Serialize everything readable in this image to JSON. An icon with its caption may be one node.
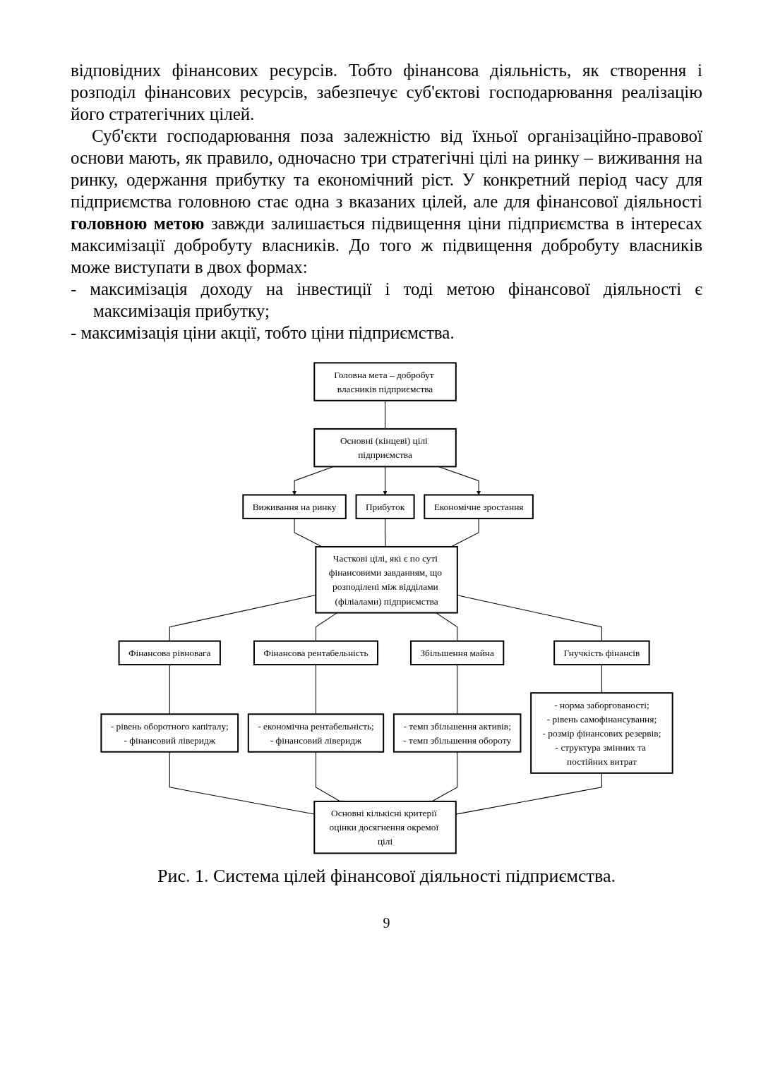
{
  "diagram": {
    "caption": "Рис. 1. Система цілей фінансової діяльності підприємства.",
    "nodes": [
      {
        "text": [
          "Головна мета – добробут власників підприємства"
        ]
      },
      {
        "text": [
          "Основні (кінцеві) цілі підприємства"
        ]
      },
      {
        "text": [
          "Виживання на ринку"
        ]
      },
      {
        "text": [
          "Прибуток"
        ]
      },
      {
        "text": [
          "Економічне зростання"
        ]
      },
      {
        "text": [
          "Часткові цілі, які є по суті фінансовими завданням, що розподілені між відділами (філіалами) підприємства"
        ]
      },
      {
        "text": [
          "Фінансова рівновага"
        ]
      },
      {
        "text": [
          "Фінансова рентабельність"
        ]
      },
      {
        "text": [
          "Збільшення майна"
        ]
      },
      {
        "text": [
          "Гнучкість фінансів"
        ]
      },
      {
        "text": [
          "- рівень оборотного капіталу;",
          "- фінансовий ліверидж"
        ]
      },
      {
        "text": [
          "- економічна рентабельність;",
          "- фінансовий ліверидж"
        ]
      },
      {
        "text": [
          "- темп збільшення активів;",
          "- темп збільшення обороту"
        ]
      },
      {
        "text": [
          "- норма заборгованості;",
          "- рівень самофінансування;",
          "- розмір фінансових резервів;",
          "- структура змінних та постійних витрат"
        ]
      },
      {
        "text": [
          "Основні кількісні критерії оцінки досягнення окремої цілі"
        ]
      }
    ],
    "edges": [
      {
        "from": 0,
        "to": 1,
        "arrow": "none"
      },
      {
        "from": 1,
        "to": 2,
        "arrow": "to"
      },
      {
        "from": 1,
        "to": 3,
        "arrow": "to"
      },
      {
        "from": 1,
        "to": 4,
        "arrow": "to"
      },
      {
        "from": 2,
        "to": 5,
        "arrow": "none"
      },
      {
        "from": 3,
        "to": 5,
        "arrow": "none"
      },
      {
        "from": 4,
        "to": 5,
        "arrow": "none"
      },
      {
        "from": 5,
        "to": 6,
        "arrow": "none"
      },
      {
        "from": 5,
        "to": 7,
        "arrow": "none"
      },
      {
        "from": 5,
        "to": 8,
        "arrow": "none"
      },
      {
        "from": 5,
        "to": 9,
        "arrow": "none"
      },
      {
        "from": 6,
        "to": 10,
        "arrow": "none"
      },
      {
        "from": 7,
        "to": 11,
        "arrow": "none"
      },
      {
        "from": 8,
        "to": 12,
        "arrow": "none"
      },
      {
        "from": 9,
        "to": 13,
        "arrow": "none"
      },
      {
        "from": 10,
        "to": 14,
        "arrow": "none"
      },
      {
        "from": 11,
        "to": 14,
        "arrow": "none"
      },
      {
        "from": 12,
        "to": 14,
        "arrow": "none"
      },
      {
        "from": 13,
        "to": 14,
        "arrow": "none"
      }
    ],
    "labels": [
      "відповідних фінансових ресурсів. Тобто фінансова діяльність, як створення і розподіл фінансових ресурсів, забезпечує суб'єктові господарювання реалізацію його стратегічних цілей.",
      "Суб'єкти господарювання поза залежністю від їхньої організаційно-правової основи мають, як правило, одночасно три стратегічні цілі на ринку – виживання на ринку, одержання прибутку та економічний ріст. У конкретний період часу для підприємства головною стає одна з вказаних цілей, але для фінансової діяльності **головною метою** завжди залишається підвищення ціни підприємства в інтересах максимізації добробуту власників. До того ж підвищення добробуту власників може виступати в двох формах:",
      "- максимізація доходу на інвестиції і тоді метою фінансової діяльності є максимізація прибутку;",
      "- максимізація ціни акції, тобто ціни підприємства.",
      "9"
    ]
  }
}
